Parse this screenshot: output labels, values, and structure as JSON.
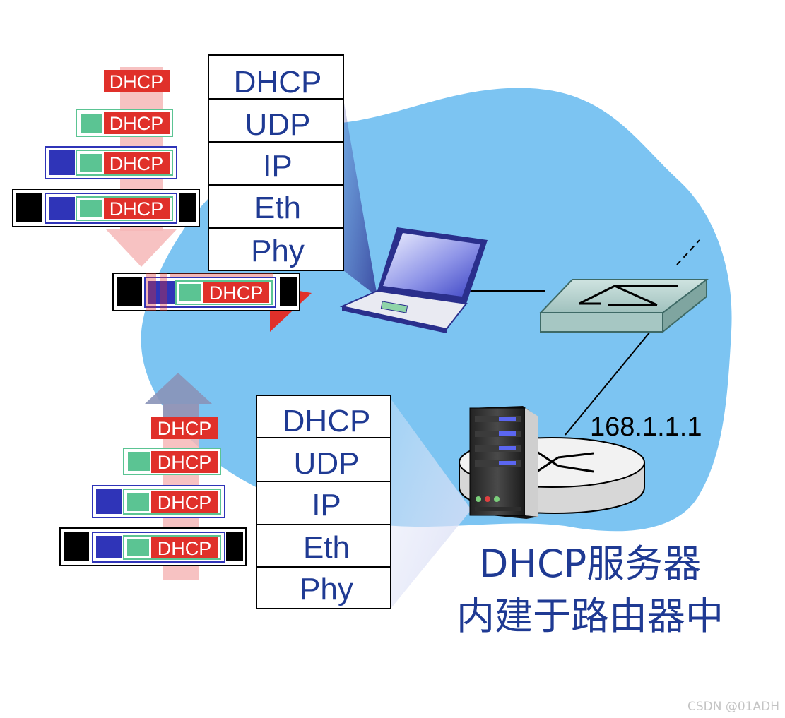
{
  "client_stack": {
    "layers": [
      "DHCP",
      "UDP",
      "IP",
      "Eth",
      "Phy"
    ]
  },
  "server_stack": {
    "layers": [
      "DHCP",
      "UDP",
      "IP",
      "Eth",
      "Phy"
    ]
  },
  "packet_label": "DHCP",
  "router_ip": "168.1.1.1",
  "caption": {
    "line1": "DHCP服务器",
    "line2": "内建于路由器中"
  },
  "watermark": "CSDN @01ADH",
  "icons": [
    "laptop-icon",
    "switch-icon",
    "router-icon",
    "server-icon"
  ],
  "colors": {
    "cloud": "#7cc4f2",
    "dhcp_header": "#e0302a",
    "udp_header": "#5bc493",
    "ip_header": "#2f34b8",
    "eth_header": "#000000",
    "stack_text": "#1f3a93"
  }
}
